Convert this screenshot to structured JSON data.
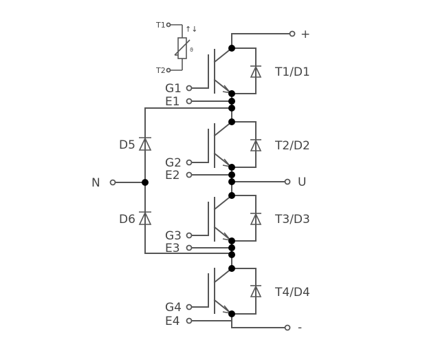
{
  "diagram": {
    "type": "IGBT module schematic (3-level NPC phase leg)",
    "thermistor": {
      "terminals": [
        "T1",
        "T2"
      ],
      "arrow_symbol": "↑↓",
      "theta_symbol": "ϑ"
    },
    "switches": [
      {
        "id": "T1/D1",
        "gate": "G1",
        "emitter": "E1"
      },
      {
        "id": "T2/D2",
        "gate": "G2",
        "emitter": "E2"
      },
      {
        "id": "T3/D3",
        "gate": "G3",
        "emitter": "E3"
      },
      {
        "id": "T4/D4",
        "gate": "G4",
        "emitter": "E4"
      }
    ],
    "clamp_diodes": [
      "D5",
      "D6"
    ],
    "power_terminals": {
      "plus": "+",
      "output": "U",
      "neutral": "N",
      "minus": "-"
    },
    "colors": {
      "wire": "#555555",
      "junction": "#000000",
      "text": "#444444"
    }
  }
}
